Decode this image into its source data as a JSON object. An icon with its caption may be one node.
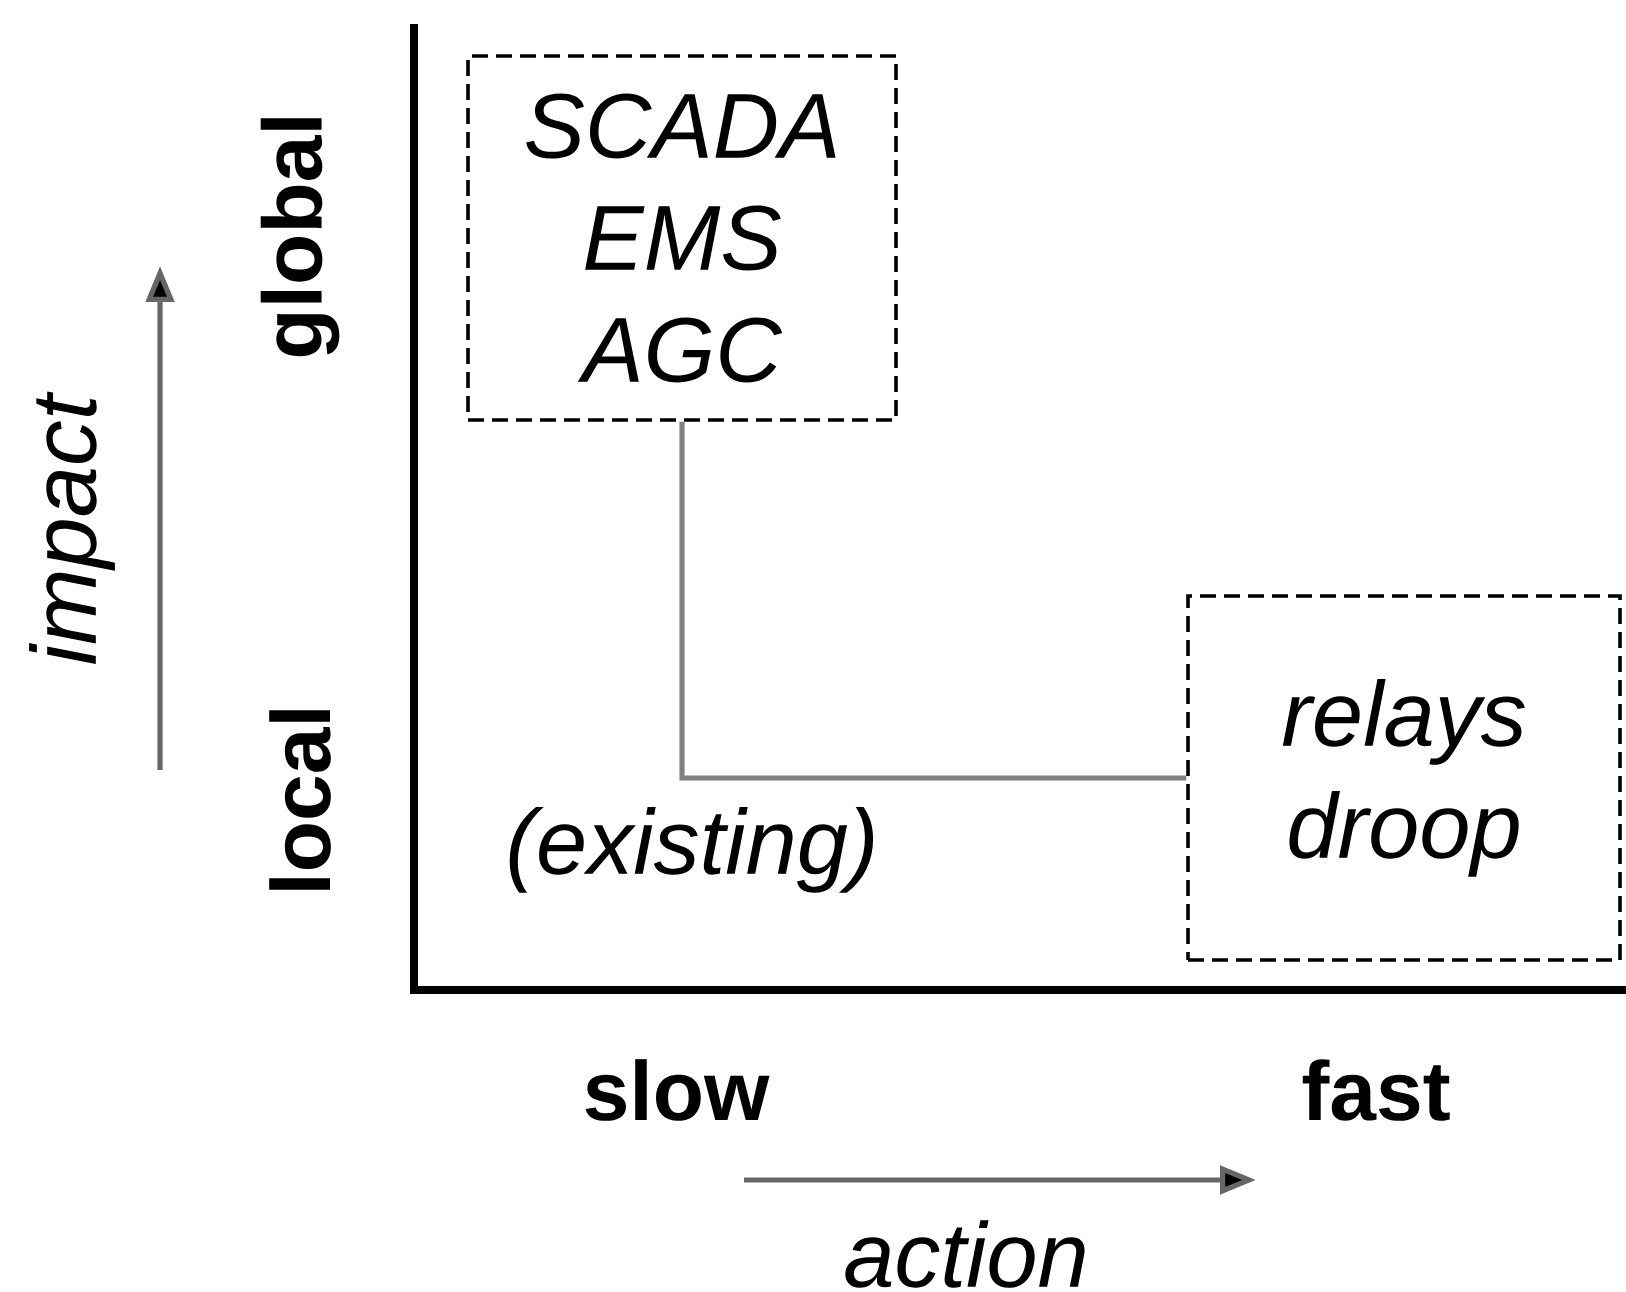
{
  "diagram": {
    "nodes": [
      {
        "text": [
          "SCADA",
          "EMS",
          "AGC"
        ]
      },
      {
        "text": [
          "relays",
          "droop"
        ]
      }
    ],
    "edges": [
      {
        "from": 0,
        "to": 1,
        "arrow": "none"
      }
    ],
    "labels": [
      "global",
      "impact",
      "local",
      "(existing)",
      "slow",
      "fast",
      "action"
    ]
  }
}
